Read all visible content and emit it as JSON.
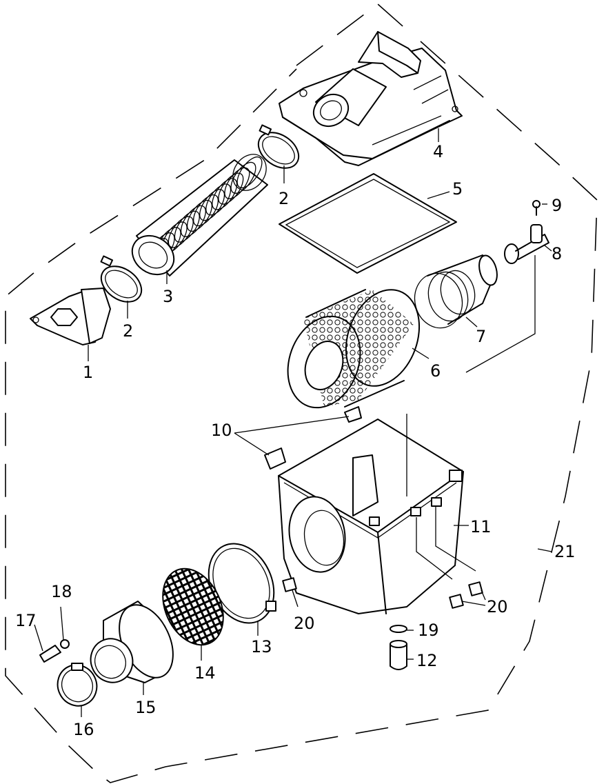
{
  "callouts": {
    "c1": "1",
    "c2a": "2",
    "c2b": "2",
    "c3": "3",
    "c4": "4",
    "c5": "5",
    "c6": "6",
    "c7": "7",
    "c8": "8",
    "c9": "9",
    "c10": "10",
    "c11": "11",
    "c12": "12",
    "c13": "13",
    "c14": "14",
    "c15": "15",
    "c16": "16",
    "c17": "17",
    "c18": "18",
    "c19": "19",
    "c20a": "20",
    "c20b": "20",
    "c21": "21"
  }
}
